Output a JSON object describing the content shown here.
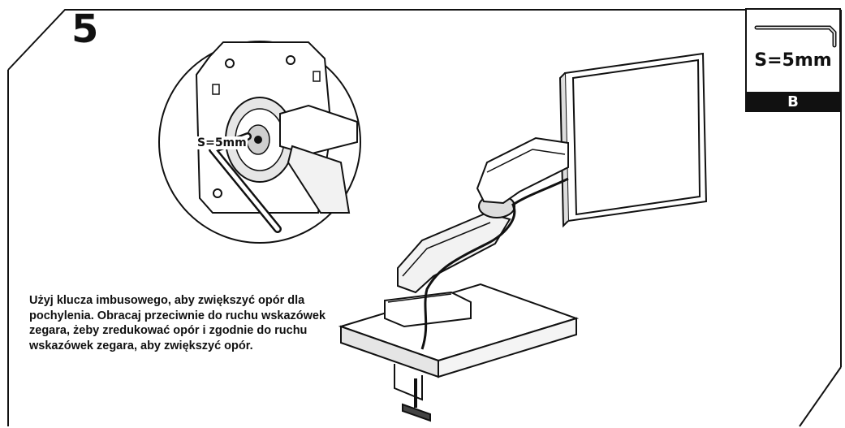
{
  "step": {
    "number": "5"
  },
  "tool": {
    "size_label": "S=5mm",
    "letter": "B"
  },
  "detail": {
    "size_label": "S=5mm"
  },
  "instructions": {
    "text": "Użyj klucza imbusowego, aby zwiększyć opór dla pochylenia. Obracaj przeciwnie do ruchu wskazówek zegara, żeby zredukować opór i zgodnie do ruchu wskazówek zegara, aby zwiększyć opór."
  },
  "colors": {
    "ink": "#111111",
    "paper": "#ffffff",
    "shade": "#d9d9d9"
  }
}
